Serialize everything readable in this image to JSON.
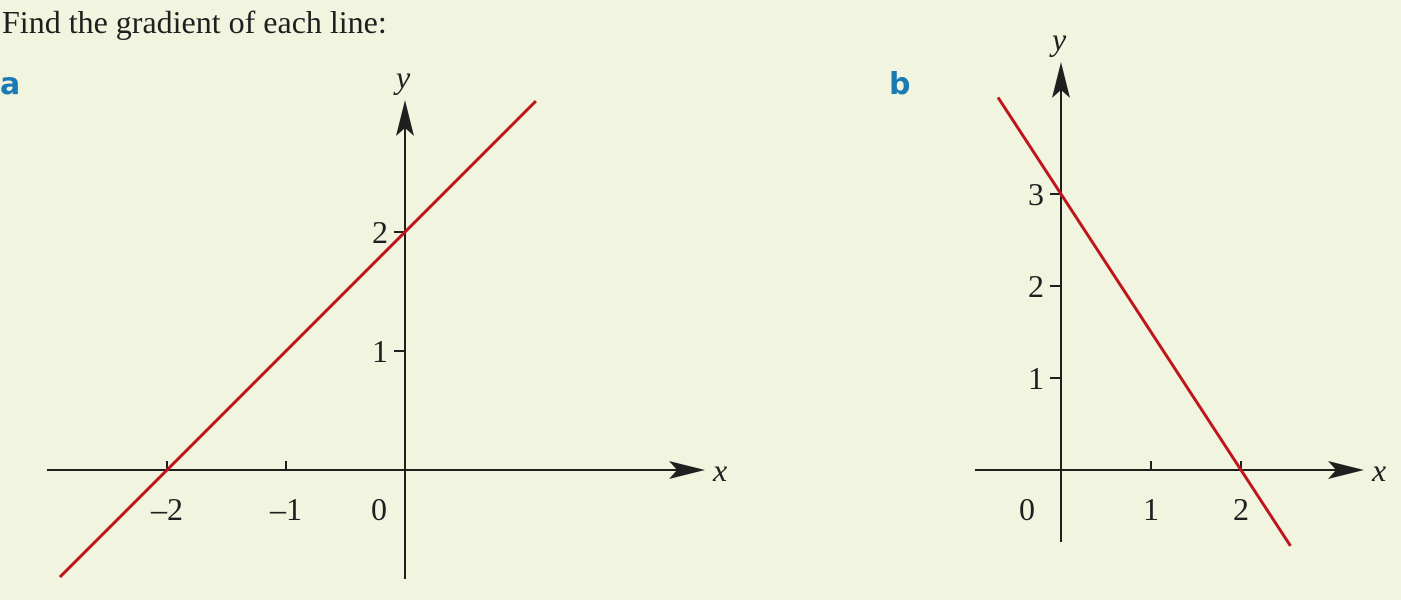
{
  "instruction": "Find the gradient of each line:",
  "colors": {
    "background": "#f1f4de",
    "axis": "#1f1f1f",
    "line": "#c0141c",
    "label": "#1a7bb4"
  },
  "chart_data": [
    {
      "type": "line",
      "panel_label": "a",
      "xlabel": "x",
      "ylabel": "y",
      "origin_label": "0",
      "x_ticks": [
        {
          "value": -2,
          "label": "–2"
        },
        {
          "value": -1,
          "label": "–1"
        }
      ],
      "y_ticks": [
        {
          "value": 1,
          "label": "1"
        },
        {
          "value": 2,
          "label": "2"
        }
      ],
      "xlim": [
        -2.9,
        2.5
      ],
      "ylim": [
        -0.95,
        3.05
      ],
      "grid": false,
      "series": [
        {
          "x": [
            -2.9,
            1.1
          ],
          "y": [
            -0.9,
            3.1
          ]
        }
      ]
    },
    {
      "type": "line",
      "panel_label": "b",
      "xlabel": "x",
      "ylabel": "y",
      "origin_label": "0",
      "x_ticks": [
        {
          "value": 1,
          "label": "1"
        },
        {
          "value": 2,
          "label": "2"
        }
      ],
      "y_ticks": [
        {
          "value": 1,
          "label": "1"
        },
        {
          "value": 2,
          "label": "2"
        },
        {
          "value": 3,
          "label": "3"
        }
      ],
      "xlim": [
        -0.95,
        3.25
      ],
      "ylim": [
        -0.8,
        4.3
      ],
      "grid": false,
      "series": [
        {
          "x": [
            -0.7,
            2.55
          ],
          "y": [
            4.05,
            -0.825
          ]
        }
      ]
    }
  ]
}
